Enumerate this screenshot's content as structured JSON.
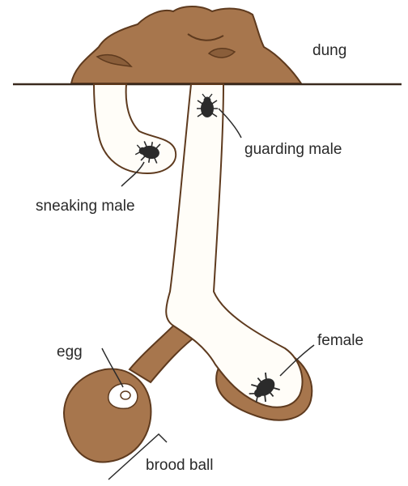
{
  "labels": {
    "dung": "dung",
    "guarding_male": "guarding male",
    "sneaking_male": "sneaking male",
    "egg": "egg",
    "female": "female",
    "brood_ball": "brood ball"
  },
  "colors": {
    "soil": "#a7764d",
    "outline": "#5e3a1e",
    "tunnel": "#fffdf8",
    "beetle": "#2b2b2b",
    "text": "#2a2a2a"
  },
  "icons": [
    "beetle-icon",
    "dung-pile",
    "egg-icon"
  ]
}
